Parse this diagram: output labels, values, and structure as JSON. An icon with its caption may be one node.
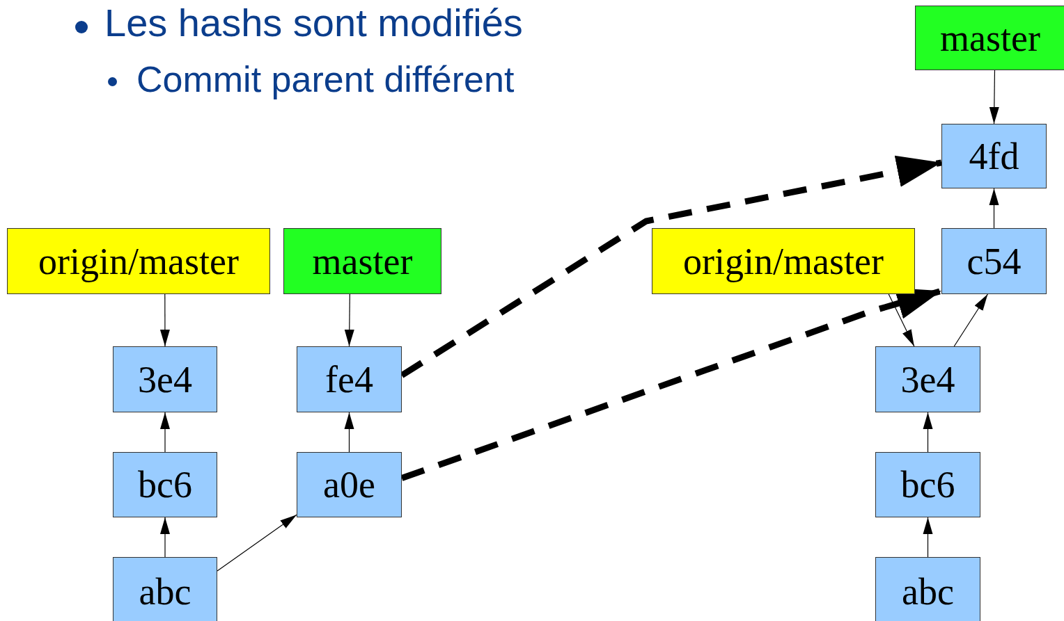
{
  "diagram": {
    "nodes": [
      {
        "text": [
          "origin/master"
        ]
      },
      {
        "text": [
          "master"
        ]
      },
      {
        "text": [
          "3e4"
        ]
      },
      {
        "text": [
          "fe4"
        ]
      },
      {
        "text": [
          "bc6"
        ]
      },
      {
        "text": [
          "a0e"
        ]
      },
      {
        "text": [
          "abc"
        ]
      },
      {
        "text": [
          "master"
        ]
      },
      {
        "text": [
          "4fd"
        ]
      },
      {
        "text": [
          "origin/master"
        ]
      },
      {
        "text": [
          "c54"
        ]
      },
      {
        "text": [
          "3e4"
        ]
      },
      {
        "text": [
          "bc6"
        ]
      },
      {
        "text": [
          "abc"
        ]
      }
    ],
    "edges": [
      {
        "from": 0,
        "to": 2,
        "arrow": "to"
      },
      {
        "from": 1,
        "to": 3,
        "arrow": "to"
      },
      {
        "from": 4,
        "to": 2,
        "arrow": "to"
      },
      {
        "from": 5,
        "to": 3,
        "arrow": "to"
      },
      {
        "from": 6,
        "to": 4,
        "arrow": "to"
      },
      {
        "from": 6,
        "to": 5,
        "arrow": "to"
      },
      {
        "from": 7,
        "to": 8,
        "arrow": "to"
      },
      {
        "from": 10,
        "to": 8,
        "arrow": "to"
      },
      {
        "from": 9,
        "to": 11,
        "arrow": "to"
      },
      {
        "from": 11,
        "to": 10,
        "arrow": "to"
      },
      {
        "from": 12,
        "to": 11,
        "arrow": "to"
      },
      {
        "from": 13,
        "to": 12,
        "arrow": "to"
      },
      {
        "from": 3,
        "to": 8,
        "arrow": "to",
        "style": "dashed"
      },
      {
        "from": 5,
        "to": 10,
        "arrow": "to",
        "style": "dashed"
      }
    ],
    "labels": [
      "Les hashs sont modifiés",
      "Commit parent différent"
    ]
  }
}
